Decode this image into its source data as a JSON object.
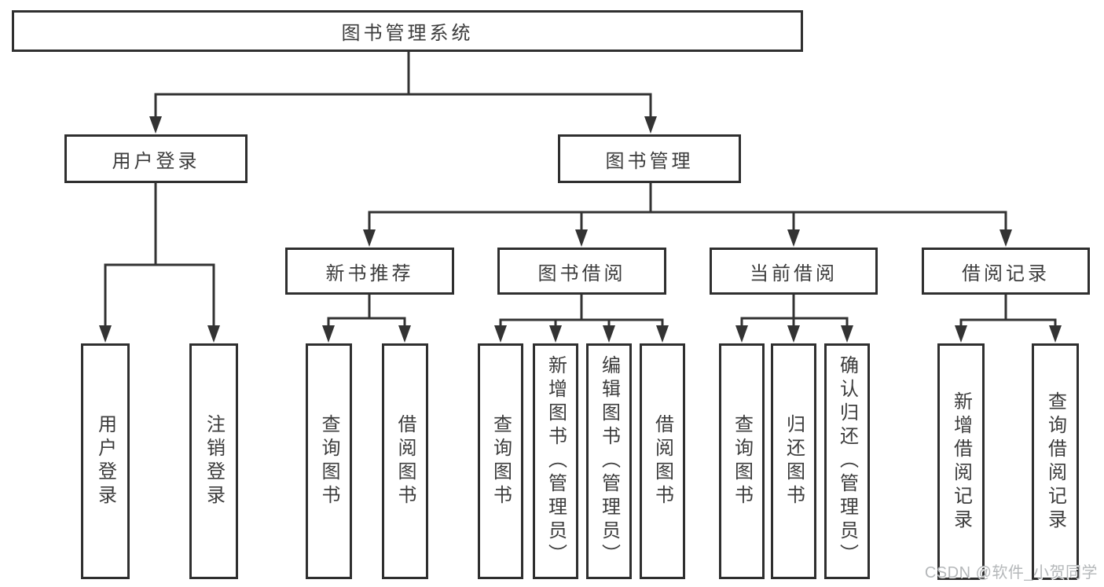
{
  "diagram": {
    "root": {
      "label": "图书管理系统"
    },
    "branches": [
      {
        "label": "用户登录",
        "children": [
          {
            "label": "用户登录"
          },
          {
            "label": "注销登录"
          }
        ]
      },
      {
        "label": "图书管理",
        "children": [
          {
            "label": "新书推荐",
            "children": [
              {
                "label": "查询图书"
              },
              {
                "label": "借阅图书"
              }
            ]
          },
          {
            "label": "图书借阅",
            "children": [
              {
                "label": "查询图书"
              },
              {
                "label": "新增图书（管理员）"
              },
              {
                "label": "编辑图书（管理员）"
              },
              {
                "label": "借阅图书"
              }
            ]
          },
          {
            "label": "当前借阅",
            "children": [
              {
                "label": "查询图书"
              },
              {
                "label": "归还图书"
              },
              {
                "label": "确认归还（管理员）"
              }
            ]
          },
          {
            "label": "借阅记录",
            "children": [
              {
                "label": "新增借阅记录"
              },
              {
                "label": "查询借阅记录"
              }
            ]
          }
        ]
      }
    ]
  },
  "colors": {
    "line": "#333333",
    "box_border": "#2f2f2f",
    "text": "#3c3c3c",
    "background": "#ffffff",
    "watermark_text": "#b5b8ba"
  },
  "watermark": "CSDN @软件_小贺同学"
}
